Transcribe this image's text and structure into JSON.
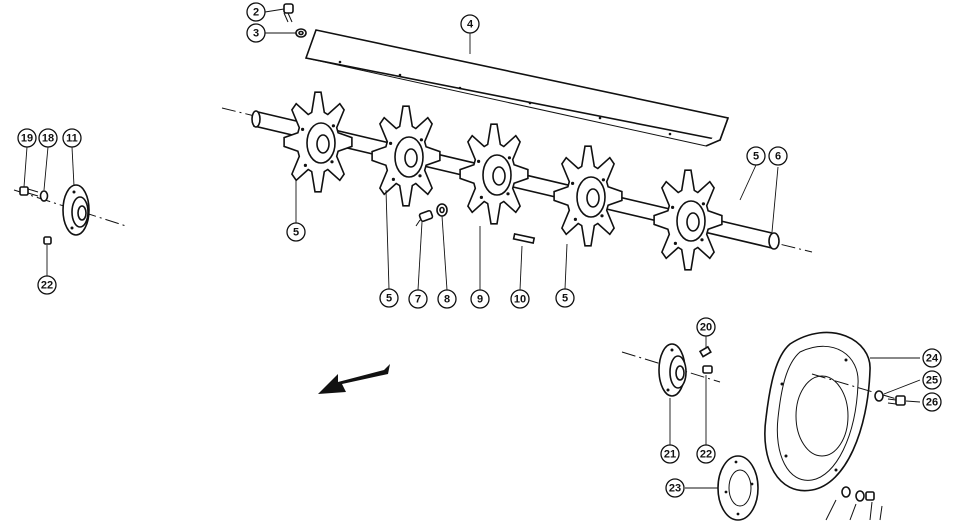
{
  "callouts": [
    {
      "id": "c2",
      "label": "2"
    },
    {
      "id": "c3",
      "label": "3"
    },
    {
      "id": "c4",
      "label": "4"
    },
    {
      "id": "c5a",
      "label": "5"
    },
    {
      "id": "c6",
      "label": "6"
    },
    {
      "id": "c5b",
      "label": "5"
    },
    {
      "id": "c5c",
      "label": "5"
    },
    {
      "id": "c7",
      "label": "7"
    },
    {
      "id": "c8",
      "label": "8"
    },
    {
      "id": "c9",
      "label": "9"
    },
    {
      "id": "c10",
      "label": "10"
    },
    {
      "id": "c5d",
      "label": "5"
    },
    {
      "id": "c19",
      "label": "19"
    },
    {
      "id": "c18",
      "label": "18"
    },
    {
      "id": "c11",
      "label": "11"
    },
    {
      "id": "c22a",
      "label": "22"
    },
    {
      "id": "c20",
      "label": "20"
    },
    {
      "id": "c21",
      "label": "21"
    },
    {
      "id": "c22b",
      "label": "22"
    },
    {
      "id": "c23",
      "label": "23"
    },
    {
      "id": "c24",
      "label": "24"
    },
    {
      "id": "c25",
      "label": "25"
    },
    {
      "id": "c26",
      "label": "26"
    }
  ],
  "highlight": {
    "callout": "c6",
    "color": "#b5cc4a"
  }
}
